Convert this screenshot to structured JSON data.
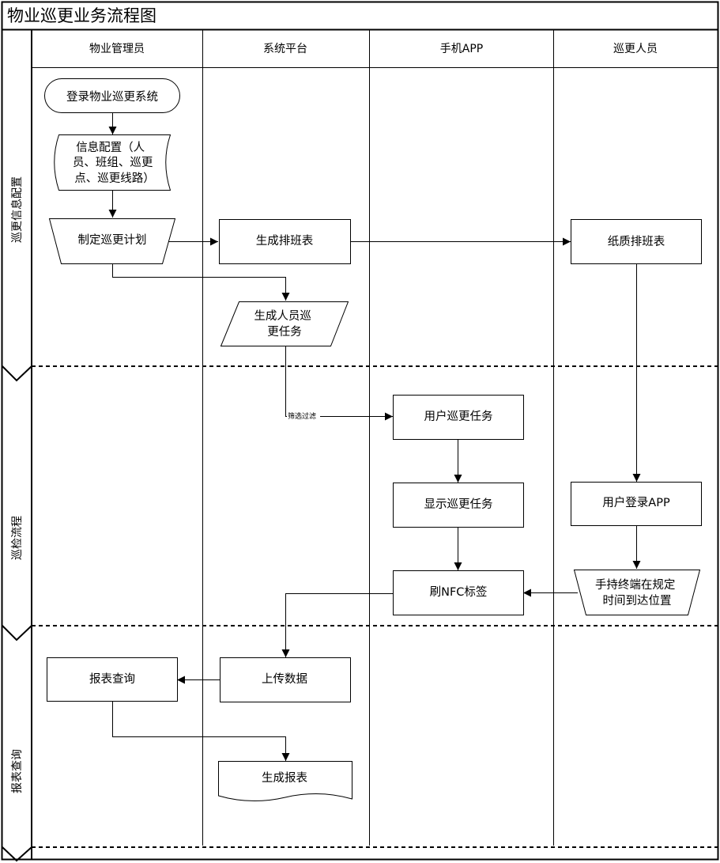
{
  "title": "物业巡更业务流程图",
  "lanes": [
    {
      "id": "admin",
      "label": "物业管理员"
    },
    {
      "id": "system",
      "label": "系统平台"
    },
    {
      "id": "app",
      "label": "手机APP"
    },
    {
      "id": "patrol",
      "label": "巡更人员"
    }
  ],
  "phases": [
    {
      "id": "config",
      "label": "巡更信息配置"
    },
    {
      "id": "inspect",
      "label": "巡检流程"
    },
    {
      "id": "report",
      "label": "报表查询"
    }
  ],
  "nodes": [
    {
      "id": "login",
      "lines": [
        "登录物业巡更系统"
      ]
    },
    {
      "id": "info",
      "lines": [
        "信息配置（人",
        "员、班组、巡更",
        "点、巡更线路）"
      ]
    },
    {
      "id": "plan",
      "lines": [
        "制定巡更计划"
      ]
    },
    {
      "id": "schedule",
      "lines": [
        "生成排班表"
      ]
    },
    {
      "id": "paper",
      "lines": [
        "纸质排班表"
      ]
    },
    {
      "id": "task",
      "lines": [
        "生成人员巡",
        "更任务"
      ]
    },
    {
      "id": "usertask",
      "lines": [
        "用户巡更任务"
      ]
    },
    {
      "id": "showtask",
      "lines": [
        "显示巡更任务"
      ]
    },
    {
      "id": "userlogin",
      "lines": [
        "用户登录APP"
      ]
    },
    {
      "id": "nfc",
      "lines": [
        "刷NFC标签"
      ]
    },
    {
      "id": "handheld",
      "lines": [
        "手持终端在规定",
        "时间到达位置"
      ]
    },
    {
      "id": "upload",
      "lines": [
        "上传数据"
      ]
    },
    {
      "id": "query",
      "lines": [
        "报表查询"
      ]
    },
    {
      "id": "genreport",
      "lines": [
        "生成报表"
      ]
    }
  ],
  "edges": [
    {
      "from": "login",
      "to": "info",
      "label": ""
    },
    {
      "from": "info",
      "to": "plan",
      "label": ""
    },
    {
      "from": "plan",
      "to": "schedule",
      "label": ""
    },
    {
      "from": "schedule",
      "to": "paper",
      "label": ""
    },
    {
      "from": "plan",
      "to": "task",
      "label": ""
    },
    {
      "from": "task",
      "to": "usertask",
      "label": "筛选过滤"
    },
    {
      "from": "usertask",
      "to": "showtask",
      "label": ""
    },
    {
      "from": "showtask",
      "to": "nfc",
      "label": ""
    },
    {
      "from": "paper",
      "to": "userlogin",
      "label": ""
    },
    {
      "from": "userlogin",
      "to": "handheld",
      "label": ""
    },
    {
      "from": "handheld",
      "to": "nfc",
      "label": ""
    },
    {
      "from": "nfc",
      "to": "upload",
      "label": ""
    },
    {
      "from": "upload",
      "to": "query",
      "label": ""
    },
    {
      "from": "query",
      "to": "genreport",
      "label": ""
    }
  ]
}
